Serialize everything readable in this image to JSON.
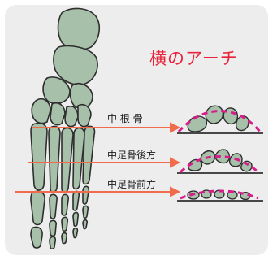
{
  "title": "横のアーチ",
  "labels": {
    "row1": "中 根 骨",
    "row2": "中足骨後方",
    "row3": "中足骨前方"
  },
  "colors": {
    "bone_fill": "#a7c0aa",
    "bone_stroke": "#2e2e2e",
    "arrow": "#ef6b4c",
    "arch_curve": "#d81c8a",
    "title": "#e8243c",
    "card_bg": "#ededed"
  }
}
